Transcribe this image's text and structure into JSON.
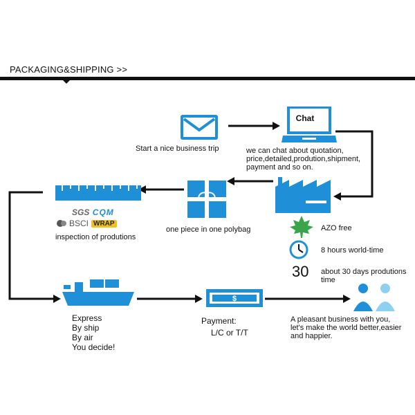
{
  "header": {
    "title": "PACKAGING&SHIPPING >>"
  },
  "steps": {
    "trip": {
      "label": "Start a nice business trip",
      "icon": "envelope-icon"
    },
    "chat": {
      "screen_text": "Chat",
      "label": "we can chat about quotation,\nprice,detailed,prodution,shipment,\npayment and so on.",
      "icon": "laptop-chat-icon"
    },
    "polybag": {
      "label": "one piece in one polybag",
      "icon": "gift-box-icon"
    },
    "inspection": {
      "label": "inspection of produtions",
      "icon": "ruler-icon",
      "certs": [
        "SGS",
        "CQM",
        "BSCI",
        "WRAP"
      ]
    },
    "factory": {
      "icon": "factory-icon"
    },
    "azo": {
      "label": "AZO free",
      "icon": "maple-leaf-icon"
    },
    "hours": {
      "label": "8 hours world-time",
      "icon": "clock-icon"
    },
    "days": {
      "number": "30",
      "label": "about 30 days produtions\ntime"
    },
    "shipping": {
      "label": "Express\nBy ship\nBy air\nYou decide!",
      "icon": "ship-icon"
    },
    "payment": {
      "title": "Payment:",
      "methods": "L/C or T/T",
      "icon": "dollar-bill-icon"
    },
    "business": {
      "label": "A pleasant business with you,\nlet's make the world better,easier\nand happier.",
      "icon": "people-icon"
    }
  },
  "colors": {
    "accent": "#1f8fd8",
    "line": "#111111",
    "leaf": "#3aa44a"
  }
}
